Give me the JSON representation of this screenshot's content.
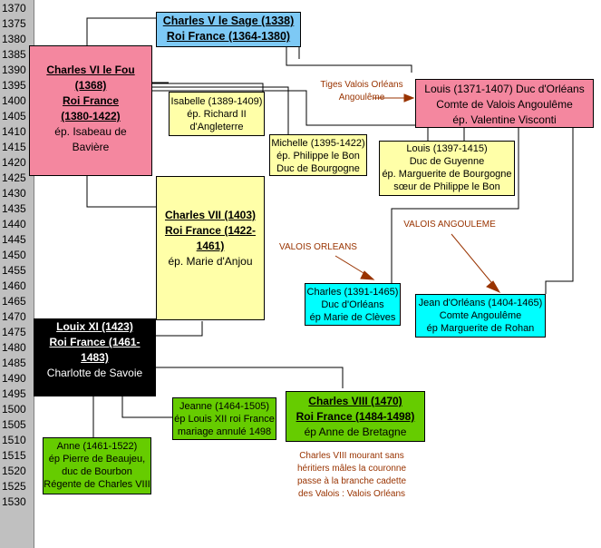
{
  "years": [
    "1370",
    "1375",
    "1380",
    "1385",
    "1390",
    "1395",
    "1400",
    "1405",
    "1410",
    "1415",
    "1420",
    "1425",
    "1430",
    "1435",
    "1440",
    "1445",
    "1450",
    "1455",
    "1460",
    "1465",
    "1470",
    "1475",
    "1480",
    "1485",
    "1490",
    "1495",
    "1500",
    "1505",
    "1510",
    "1515",
    "1520",
    "1525",
    "1530"
  ],
  "people": {
    "charles_v": [
      "Charles V le Sage (1338)",
      "Roi France (1364-1380)"
    ],
    "charles_vi": [
      "Charles VI le Fou",
      "(1368)",
      "Roi France",
      "(1380-1422)",
      "ép. Isabeau de",
      "Bavière"
    ],
    "isabelle": [
      "Isabelle (1389-1409)",
      "ép. Richard II",
      "d'Angleterre"
    ],
    "michelle": [
      "Michelle (1395-1422)",
      "ép. Philippe le Bon",
      "Duc de Bourgogne"
    ],
    "louis_orleans": [
      "Louis (1371-1407) Duc d'Orléans",
      "Comte de Valois Angoulême",
      "ép. Valentine Visconti"
    ],
    "louis_guyenne": [
      "Louis (1397-1415)",
      "Duc de Guyenne",
      "ép. Marguerite de Bourgogne",
      "sœur de Philippe le Bon"
    ],
    "charles_vii": [
      "Charles VII (1403)",
      "Roi France (1422-",
      "1461)",
      "ép. Marie d'Anjou"
    ],
    "charles_orleans": [
      "Charles (1391-1465)",
      "Duc d'Orléans",
      "ép Marie de Clèves"
    ],
    "jean_orleans": [
      "Jean d'Orléans (1404-1465)",
      "Comte Angoulême",
      "ép Marguerite de Rohan"
    ],
    "louis_xi": [
      "Louix XI (1423)",
      "Roi France (1461-",
      "1483)",
      "Charlotte de Savoie"
    ],
    "jeanne": [
      "Jeanne (1464-1505)",
      "ép Louis XII roi France",
      "mariage annulé 1498"
    ],
    "charles_viii": [
      "Charles VIII (1470)",
      "Roi France (1484-1498)",
      "ép Anne de Bretagne"
    ],
    "anne": [
      "Anne (1461-1522)",
      "ép Pierre de Beaujeu,",
      "duc de Bourbon",
      "Régente de Charles VIII"
    ]
  },
  "annotations": {
    "tiges": [
      "Tiges Valois Orléans",
      "Angoulême"
    ],
    "valois_orleans": "VALOIS ORLEANS",
    "valois_angouleme": "VALOIS ANGOULEME",
    "note": [
      "Charles VIII mourant",
      "sans héritiers mâles",
      "la couronne passe à",
      "la branche cadette",
      "des Valois : Valois",
      "Orléans"
    ]
  },
  "colors": {
    "timeline": "#c0c0c0",
    "king_pink": "#f4879f",
    "pale_yellow": "#ffffa8",
    "cyan": "#00ffff",
    "light_blue": "#7dc9f5",
    "green": "#66cc00",
    "black": "#000000",
    "annotation": "#993300"
  }
}
